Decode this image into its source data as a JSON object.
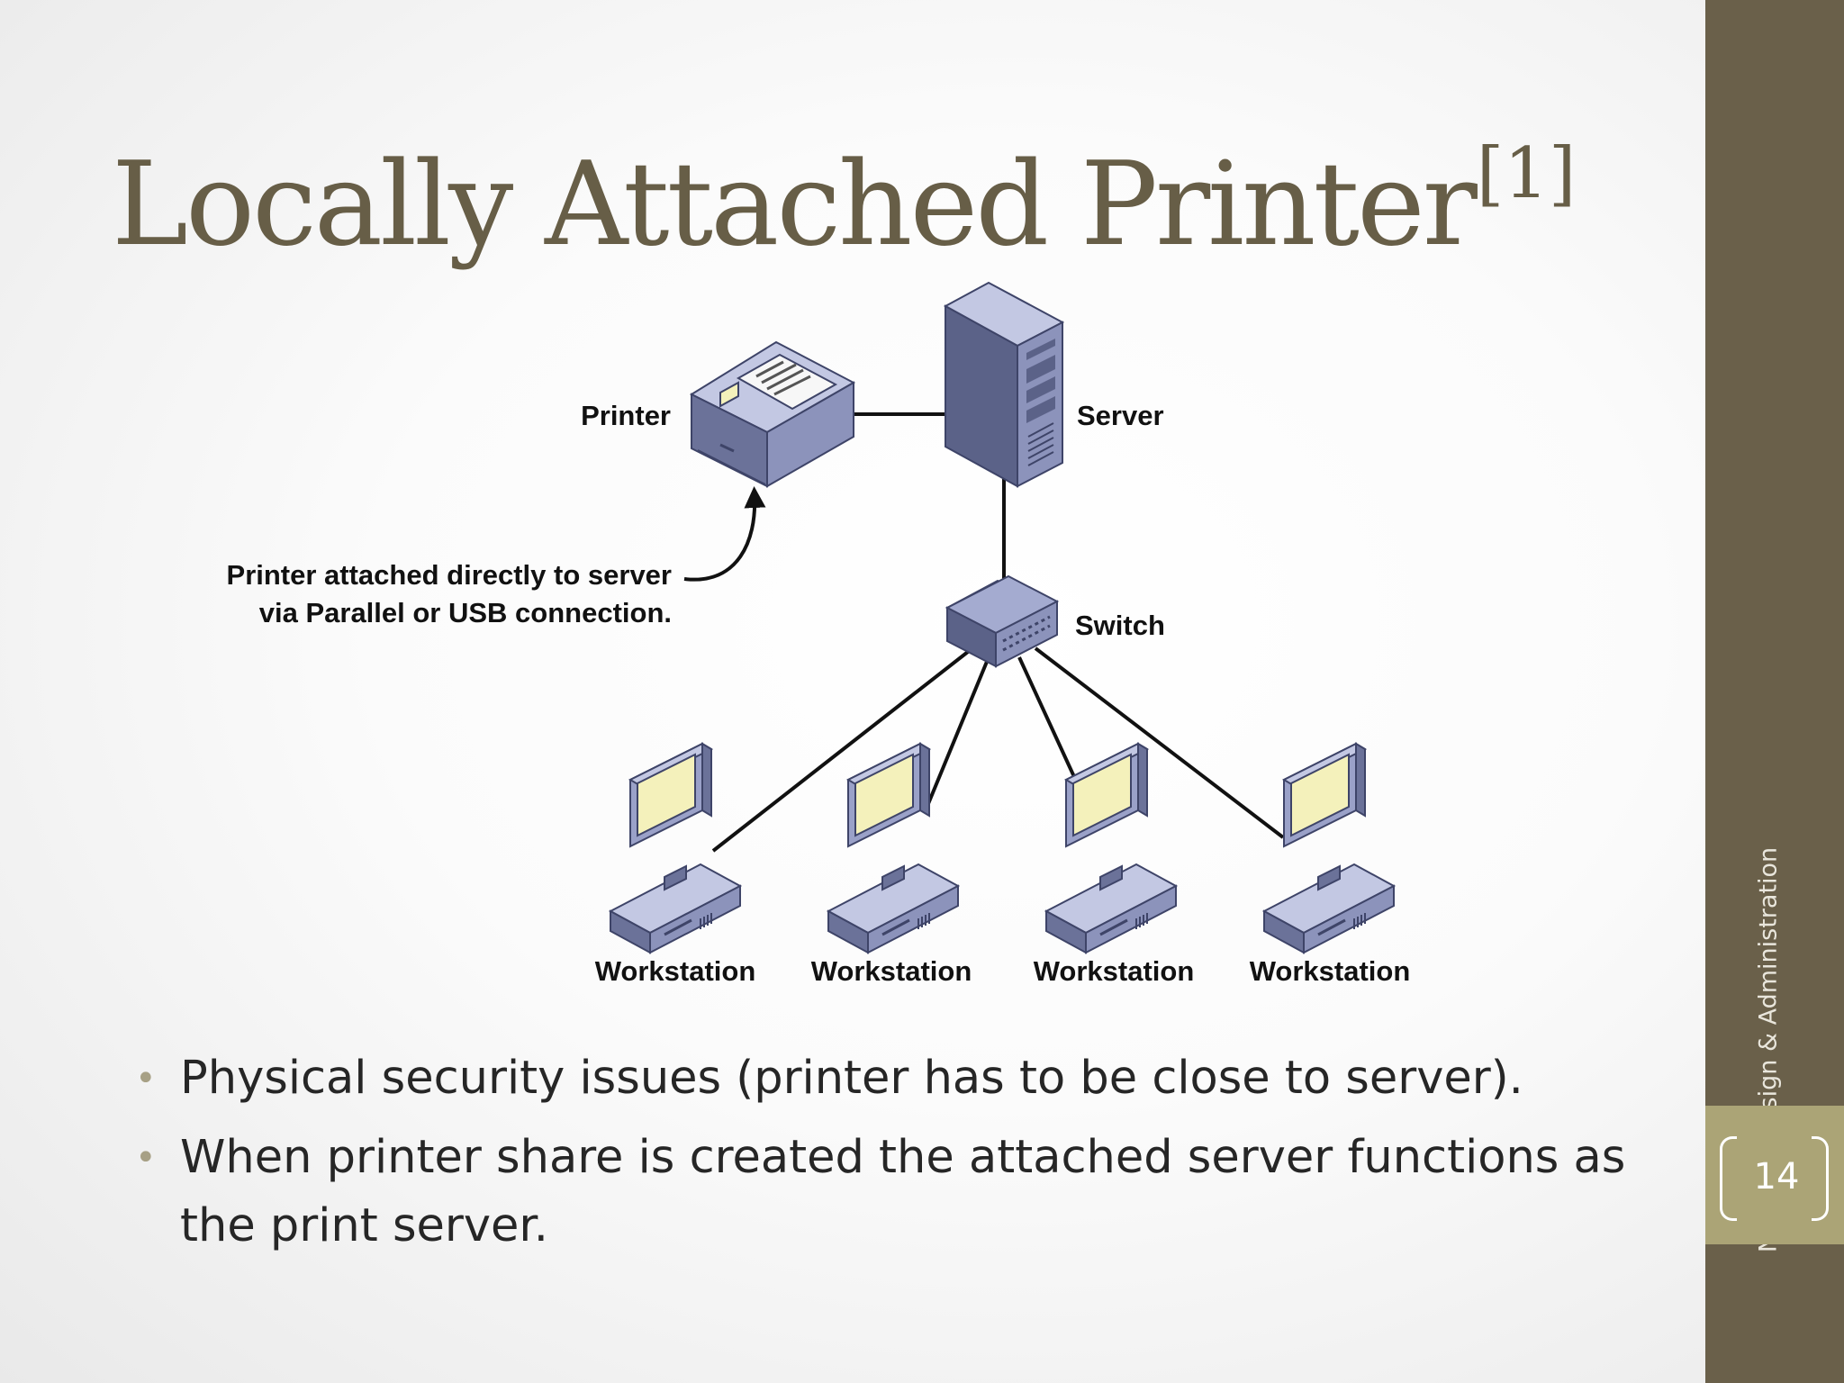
{
  "slide": {
    "title": "Locally Attached Printer",
    "title_ref": "[1]",
    "sidebar_text": "Network Design & Administration",
    "page_number": "14"
  },
  "diagram": {
    "labels": {
      "printer": "Printer",
      "server": "Server",
      "switch": "Switch",
      "workstation": "Workstation"
    },
    "annotation": {
      "line1": "Printer attached directly to server",
      "line2": "via Parallel or USB connection."
    }
  },
  "bullets": [
    "Physical security issues (printer has to be close to server).",
    "When printer share is created the attached server functions as the print server."
  ],
  "colors": {
    "title": "#675e47",
    "sidebar": "#6a604a",
    "page_box": "#aba476",
    "device_body": "#8e95bd",
    "screen": "#f4f1bb"
  }
}
